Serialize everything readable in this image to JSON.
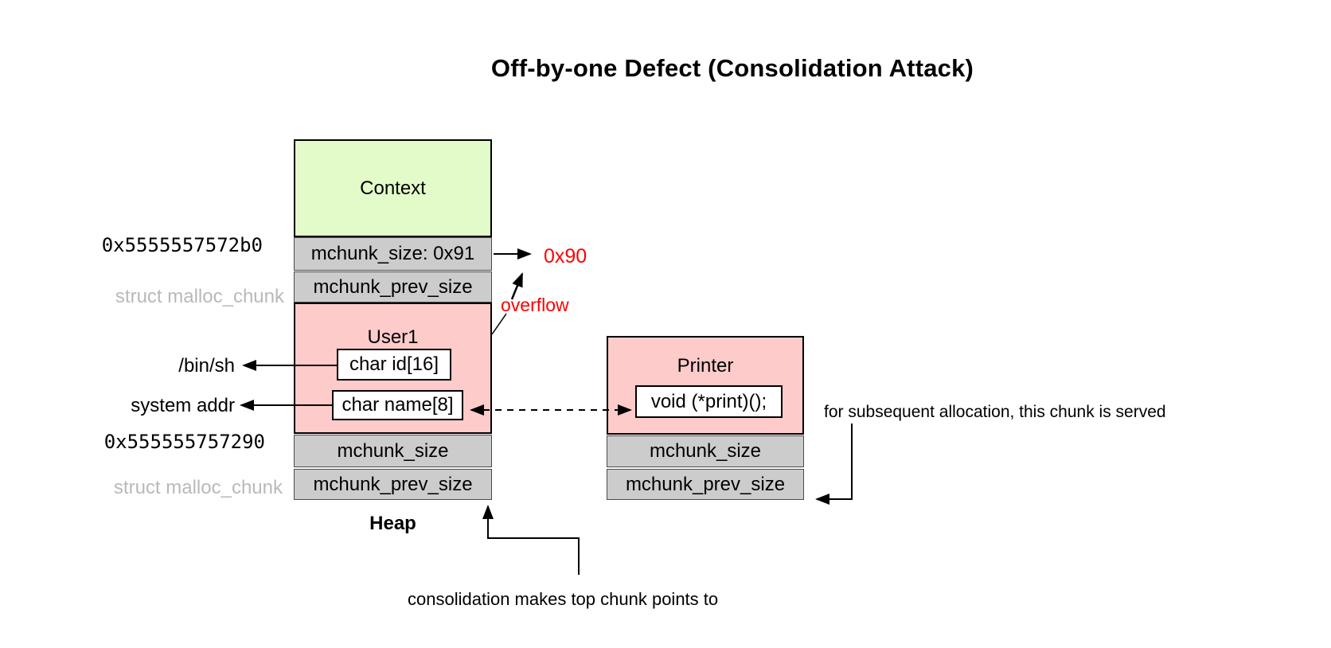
{
  "title": "Off-by-one Defect (Consolidation Attack)",
  "colors": {
    "context_fill": "#e2fbc8",
    "chunk_fill": "#fccbca",
    "meta_fill": "#cccccc",
    "alert": "#ff0000",
    "muted_label": "#b9b9b9"
  },
  "left_chunk": {
    "context_label": "Context",
    "size_top": "mchunk_size: 0x91",
    "prev_top": "mchunk_prev_size",
    "user_label": "User1",
    "field_id": "char id[16]",
    "field_name": "char name[8]",
    "size_bottom": "mchunk_size",
    "prev_bottom": "mchunk_prev_size",
    "heap_label": "Heap"
  },
  "right_chunk": {
    "label": "Printer",
    "field_print": "void (*print)();",
    "size": "mchunk_size",
    "prev": "mchunk_prev_size"
  },
  "left_labels": {
    "addr_top": "0x5555557572b0",
    "struct_top": "struct malloc_chunk",
    "binsh": "/bin/sh",
    "system_addr": "system addr",
    "addr_bottom": "0x555555757290",
    "struct_bottom": "struct malloc_chunk"
  },
  "annotations": {
    "overwritten_size": "0x90",
    "overflow": "overflow",
    "subsequent_allocation": "for subsequent allocation, this chunk is served",
    "consolidation": "consolidation makes top chunk points to"
  }
}
